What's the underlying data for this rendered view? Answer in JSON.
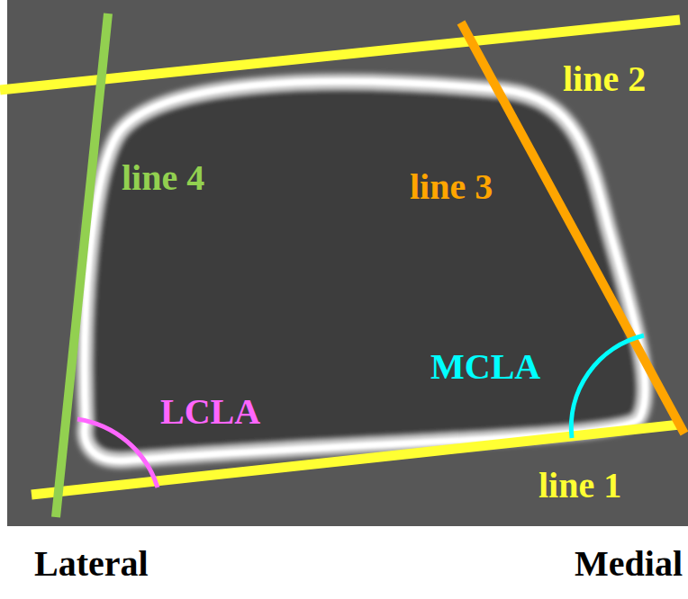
{
  "diagram": {
    "labels": [
      "line 2",
      "line 4",
      "line 3",
      "MCLA",
      "LCLA",
      "line 1",
      "Lateral",
      "Medial"
    ]
  }
}
